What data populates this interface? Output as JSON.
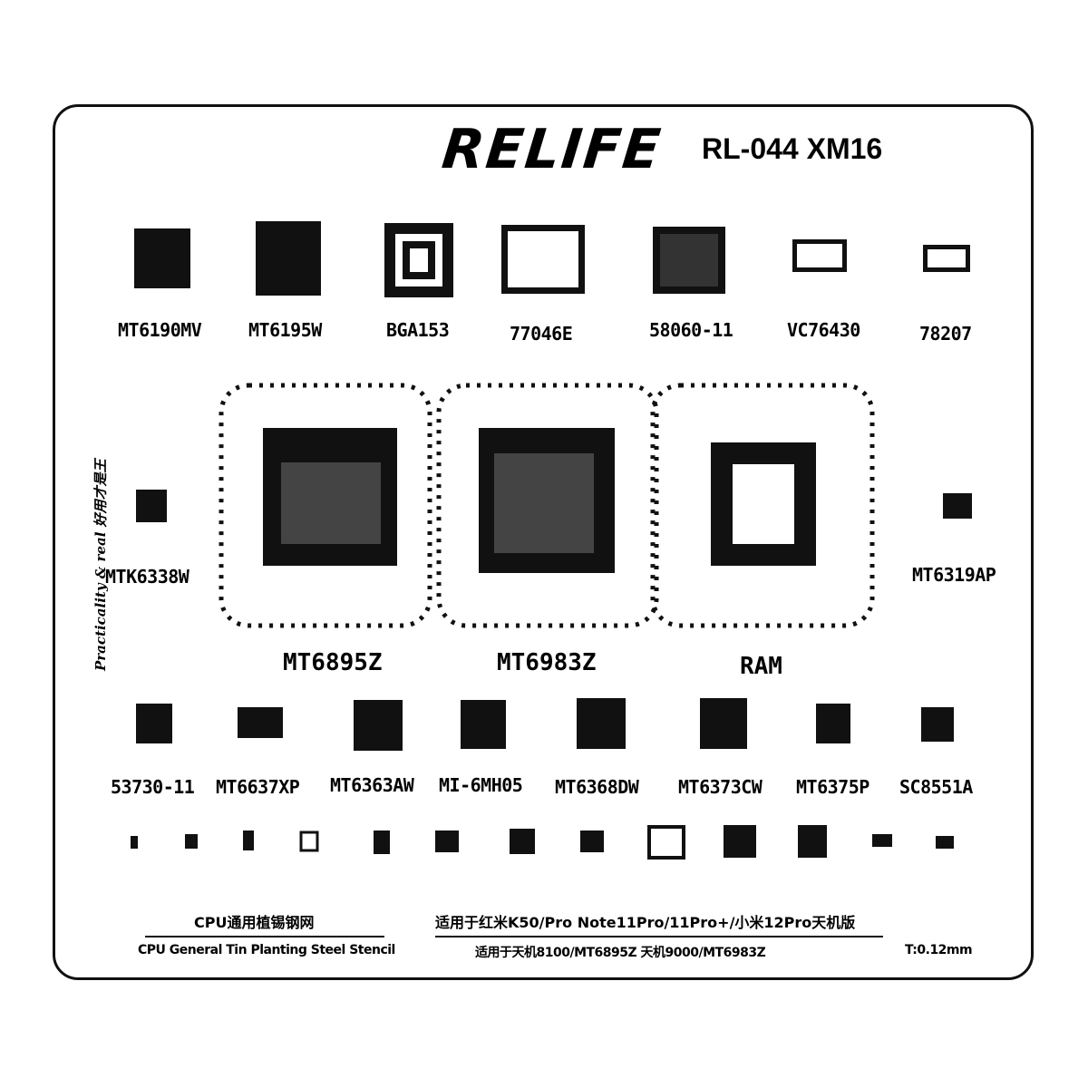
{
  "brand": "RELIFE",
  "model_code": "RL-044  XM16",
  "top_row_labels": [
    "MT6190MV",
    "MT6195W",
    "BGA153",
    "77046E",
    "58060-11",
    "VC76430",
    "78207"
  ],
  "side_labels": {
    "left": "MTK6338W",
    "right": "MT6319AP"
  },
  "big_chip_labels": [
    "MT6895Z",
    "MT6983Z",
    "RAM"
  ],
  "bottom_row_labels": [
    "53730-11",
    "MT6637XP",
    "MT6363AW",
    "MI-6MH05",
    "MT6368DW",
    "MT6373CW",
    "MT6375P",
    "SC8551A"
  ],
  "vertical_text": "Practicality & real  好用才是王",
  "footer": {
    "left_cn": "CPU通用植锡钢网",
    "left_en": "CPU General Tin Planting Steel Stencil",
    "center_line1": "适用于红米K50/Pro Note11Pro/11Pro+/小米12Pro天机版",
    "center_line2": "适用于天机8100/MT6895Z 天机9000/MT6983Z",
    "thickness": "T:0.12mm"
  },
  "colors": {
    "ink": "#000000",
    "paper": "#ffffff"
  }
}
